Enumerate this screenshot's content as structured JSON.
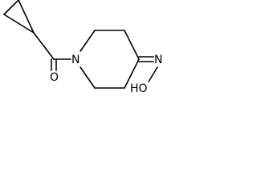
{
  "molecule": {
    "atoms": {
      "carbonyl_oxygen": "O",
      "ring_nitrogen": "N",
      "oxime_nitrogen": "N",
      "hydroxyl": "HO"
    }
  },
  "colors": {
    "bond": "#000000",
    "label": "#000000",
    "background": "#ffffff"
  }
}
